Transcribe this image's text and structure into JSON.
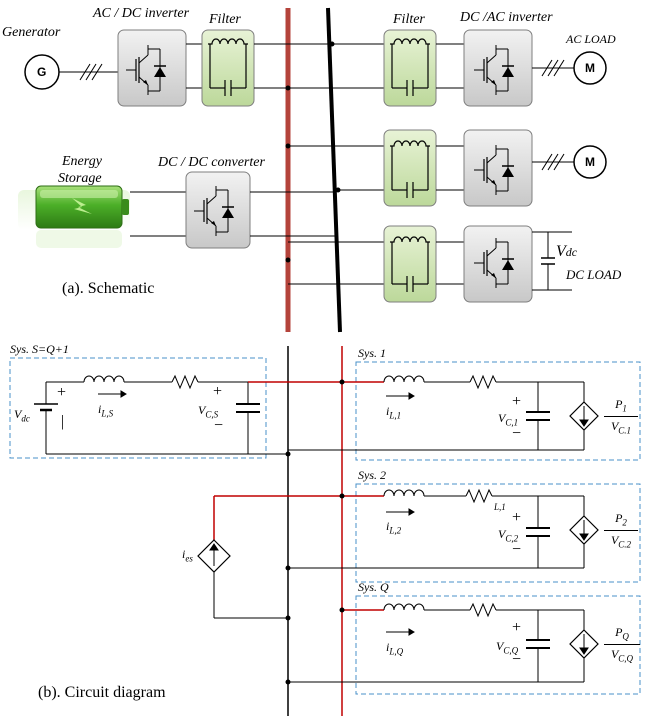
{
  "schematic": {
    "generator_label": "Generator",
    "generator_symbol": "G",
    "ac_dc_inverter_label": "AC / DC inverter",
    "filter_label_left": "Filter",
    "filter_label_right": "Filter",
    "dc_ac_inverter_label": "DC /AC inverter",
    "ac_load_label": "AC LOAD",
    "motor_symbol": "M",
    "energy_label_1": "Energy",
    "energy_label_2": "Storage",
    "dc_dc_converter_label": "DC / DC converter",
    "vdc_label": "V",
    "vdc_sub": "dc",
    "dc_load_label": "DC LOAD",
    "caption": "(a). Schematic"
  },
  "circuit": {
    "sys_s_label": "Sys. S=Q+1",
    "vdc_v": "V",
    "vdc_sub": "dc",
    "ils_i": "i",
    "ils_sub": "L,S",
    "vcs_v": "V",
    "vcs_sub": "C,S",
    "sys1_label": "Sys. 1",
    "il1_i": "i",
    "il1_sub": "L,1",
    "vc1_v": "V",
    "vc1_sub": "C,1",
    "p1_p": "P",
    "p1_sub": "1",
    "p1_den_v": "V",
    "p1_den_sub": "C.1",
    "sys2_label": "Sys. 2",
    "l1_label": "L,1",
    "il2_i": "i",
    "il2_sub": "L,2",
    "vc2_v": "V",
    "vc2_sub": "C,2",
    "p2_p": "P",
    "p2_sub": "2",
    "p2_den_v": "V",
    "p2_den_sub": "C.2",
    "ies_i": "i",
    "ies_sub": "es",
    "sysq_label": "Sys. Q",
    "ilq_i": "i",
    "ilq_sub": "L,Q",
    "vcq_v": "V",
    "vcq_sub": "C,Q",
    "pq_p": "P",
    "pq_sub": "Q",
    "pq_den_v": "V",
    "pq_den_sub": "C,Q",
    "caption": "(b). Circuit diagram"
  },
  "colors": {
    "red_bus": "#b4433b",
    "red_wire": "#c00000",
    "filter_fill": "#d6e9b8",
    "inverter_fill": "#d9d9d9",
    "dashed_box": "#4a90c8",
    "battery_green": "#4caf28"
  }
}
